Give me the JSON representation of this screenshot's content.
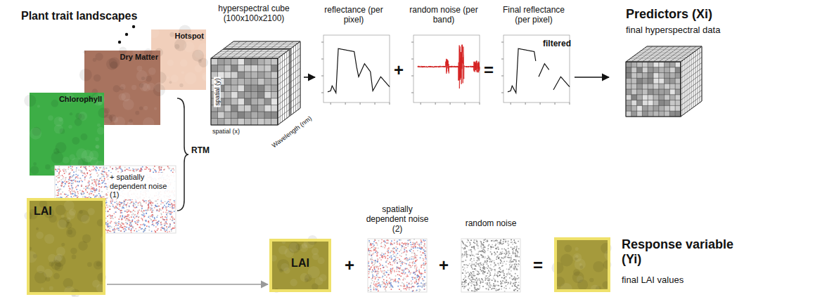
{
  "diagram": {
    "nodes": [
      {
        "text": [
          "Hotspot"
        ]
      },
      {
        "text": [
          "Dry Matter"
        ]
      },
      {
        "text": [
          "Chlorophyll"
        ]
      },
      {
        "text": [
          "+ spatially dependent noise (1)"
        ]
      },
      {
        "text": [
          "LAI"
        ]
      },
      {
        "text": [
          "hyperspectral cube (100x100x2100)",
          "spatial (y)",
          "spatial (x)",
          "Wavelength (nm)"
        ]
      },
      {
        "text": [
          "reflectance (per pixel)"
        ]
      },
      {
        "text": [
          "random noise (per band)"
        ]
      },
      {
        "text": [
          "Final reflectance (per pixel)",
          "filtered"
        ]
      },
      {
        "text": [
          "Predictors (Xi)",
          "final hyperspectral data"
        ]
      },
      {
        "text": [
          "LAI"
        ]
      },
      {
        "text": [
          "spatially dependent noise (2)"
        ]
      },
      {
        "text": [
          "random noise"
        ]
      },
      {
        "text": [
          "Response variable (Yi)",
          "final LAI values"
        ]
      }
    ],
    "edges": [
      {
        "from": 5,
        "to": 6,
        "arrow": "to"
      },
      {
        "from": 8,
        "to": 9,
        "arrow": "to"
      },
      {
        "from": 4,
        "to": 10,
        "arrow": "to"
      }
    ],
    "labels": [
      "Plant trait landscapes",
      "RTM",
      "+",
      "=",
      "+",
      "+",
      "="
    ]
  }
}
